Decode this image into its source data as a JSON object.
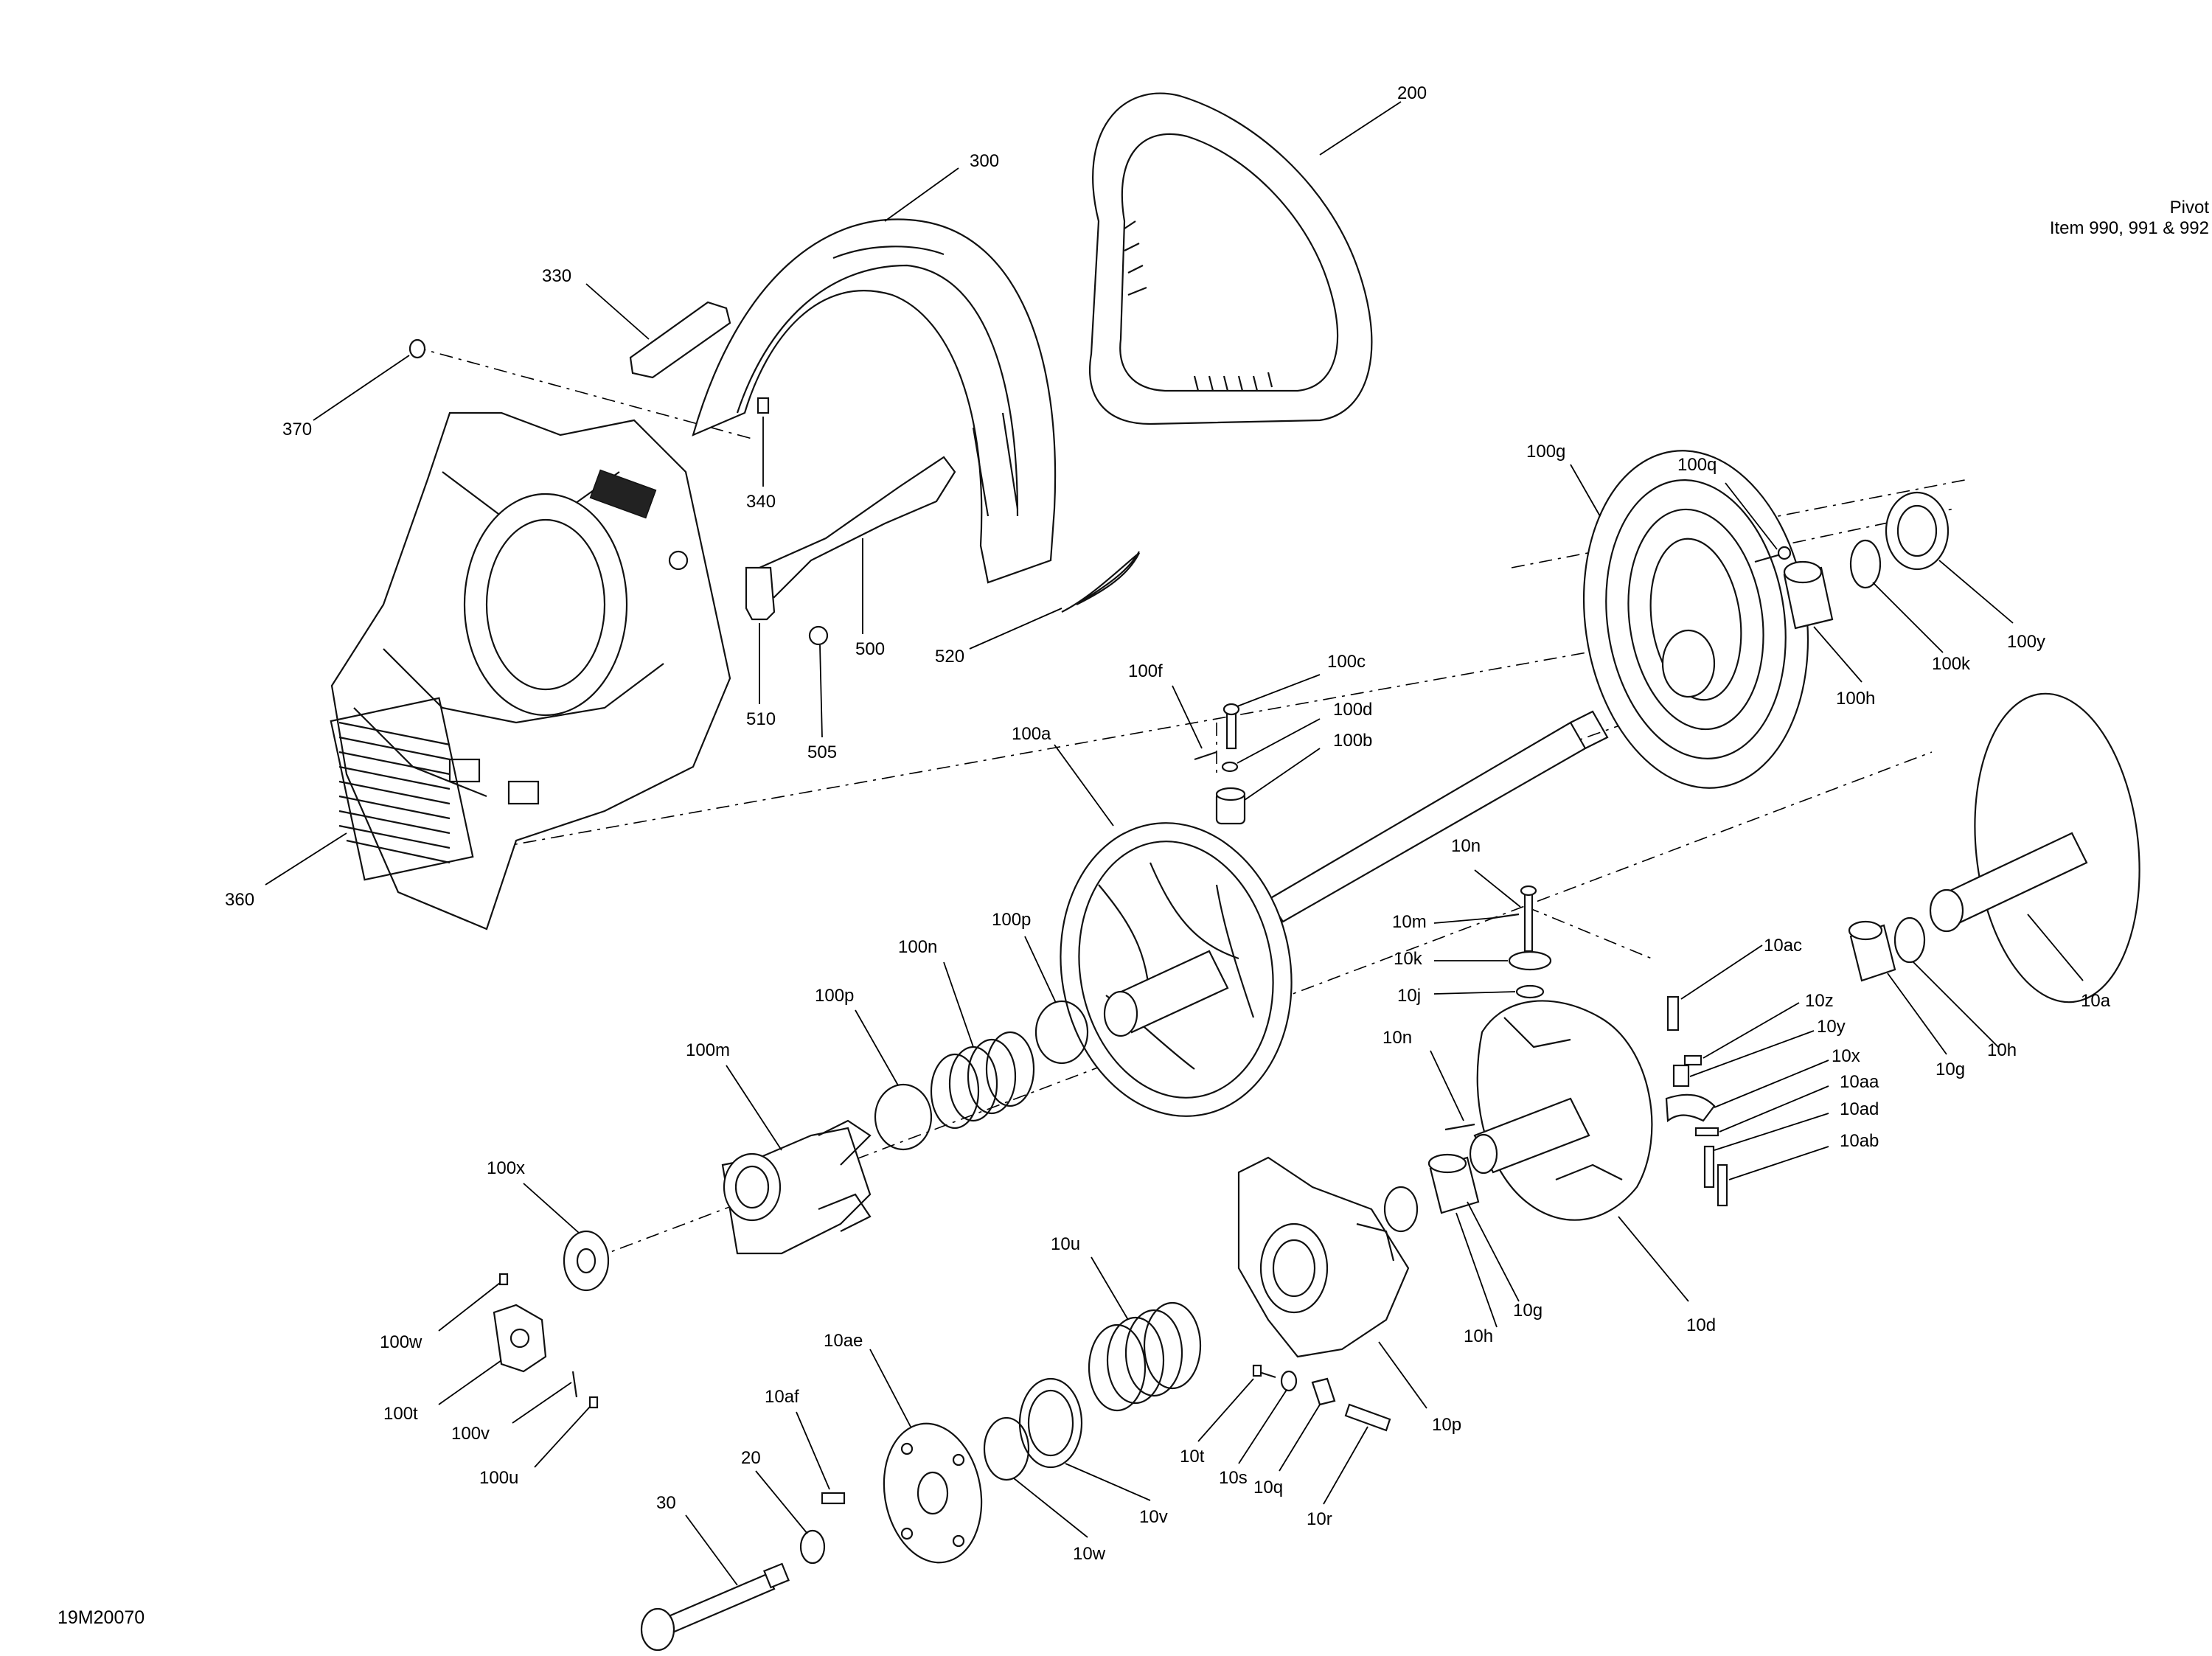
{
  "note": {
    "line1": "Pivot",
    "line2": "Item 990, 991 & 992"
  },
  "figure_id": "19M20070",
  "labels": [
    "200",
    "300",
    "330",
    "370",
    "340",
    "500",
    "510",
    "505",
    "520",
    "360",
    "100g",
    "100q",
    "100y",
    "100k",
    "100h",
    "100f",
    "100c",
    "100d",
    "100b",
    "100a",
    "10a",
    "10n",
    "10m",
    "10k",
    "10j",
    "10ac",
    "10z",
    "10y",
    "10x",
    "10aa",
    "10ad",
    "10ab",
    "10g",
    "10h",
    "100p",
    "100n",
    "100p",
    "100m",
    "10n",
    "100x",
    "100w",
    "100t",
    "100v",
    "100u",
    "10u",
    "10ae",
    "10af",
    "20",
    "30",
    "10w",
    "10v",
    "10t",
    "10s",
    "10q",
    "10r",
    "10p",
    "10h",
    "10g",
    "10d"
  ]
}
